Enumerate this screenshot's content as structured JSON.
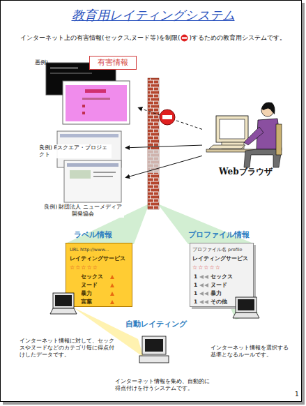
{
  "diagram": {
    "title": "教育用レイティングシステム",
    "nodes": [
      {
        "text": [
          "悪例)",
          "有害情報"
        ]
      },
      {
        "text": [
          "良例) Eスクエア・プロジェクト"
        ]
      },
      {
        "text": [
          "良例) 財団法人 ニューメディア開発協会"
        ]
      },
      {
        "text": [
          "Webブラウザ"
        ]
      },
      {
        "text": [
          "ラベル情報",
          "URL http://www...",
          "レイティングサービス",
          "☆☆☆☆☆",
          "セックス",
          "ヌード",
          "暴力",
          "言葉"
        ]
      },
      {
        "text": [
          "プロファイル情報",
          "プロファイル名 profile",
          "レイティングサービス",
          "☆☆☆☆☆",
          "1",
          "セックス",
          "1",
          "ヌード",
          "1",
          "暴力",
          "1",
          "その他"
        ]
      },
      {
        "text": [
          "自動レイティング"
        ]
      }
    ],
    "edges": [
      {
        "from": 3,
        "to": 0,
        "arrow": "to"
      },
      {
        "from": 3,
        "to": 1,
        "arrow": "to"
      },
      {
        "from": 3,
        "to": 2,
        "arrow": "to"
      }
    ],
    "labels": [
      "インターネット上の有害情報(セックス,ヌード等)を制限(",
      ")するための教育用システムです。",
      "インターネット情報に対して、セックスやヌードなどのカテゴリ毎に得点付けしたデータです。",
      "インターネット情報を集め、自動的に得点付けを行うシステムです。",
      "インターネット情報を選択する基準となるルールです。",
      "1"
    ]
  }
}
